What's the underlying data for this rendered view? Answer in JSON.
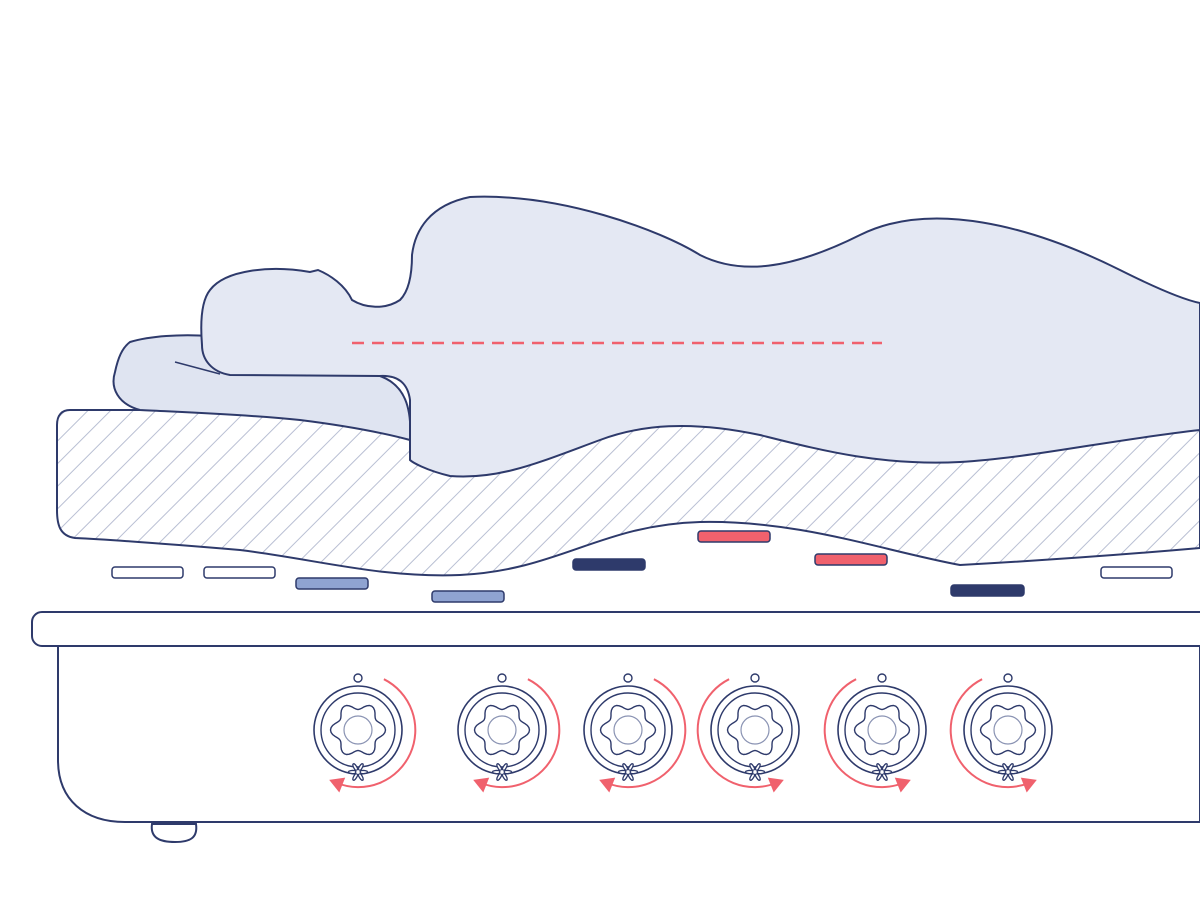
{
  "colors": {
    "background": "#ffffff",
    "outline": "#2e3a6b",
    "body_fill": "#e4e8f3",
    "pillow_fill": "#dfe4f1",
    "hatch": "#b9bfd3",
    "spine_line": "#f0616d",
    "accent_red": "#f0616d",
    "slat_white": "#ffffff",
    "slat_light_blue": "#8fa3d1",
    "slat_dark_navy": "#2e3a6b",
    "slat_red": "#f0616d",
    "bed_base_fill": "#ffffff"
  },
  "slats": [
    {
      "level": "neutral",
      "color": "slat_white"
    },
    {
      "level": "neutral",
      "color": "slat_white"
    },
    {
      "level": "soft",
      "color": "slat_light_blue"
    },
    {
      "level": "soft",
      "color": "slat_light_blue"
    },
    {
      "level": "firm",
      "color": "slat_dark_navy"
    },
    {
      "level": "raised",
      "color": "slat_red"
    },
    {
      "level": "raised",
      "color": "slat_red"
    },
    {
      "level": "firm",
      "color": "slat_dark_navy"
    },
    {
      "level": "neutral",
      "color": "slat_white"
    }
  ],
  "dials": [
    {
      "rotation": "clockwise",
      "icon": "adjustment-dial-icon"
    },
    {
      "rotation": "clockwise",
      "icon": "adjustment-dial-icon"
    },
    {
      "rotation": "clockwise",
      "icon": "adjustment-dial-icon"
    },
    {
      "rotation": "counter-clockwise",
      "icon": "adjustment-dial-icon"
    },
    {
      "rotation": "counter-clockwise",
      "icon": "adjustment-dial-icon"
    },
    {
      "rotation": "counter-clockwise",
      "icon": "adjustment-dial-icon"
    }
  ]
}
